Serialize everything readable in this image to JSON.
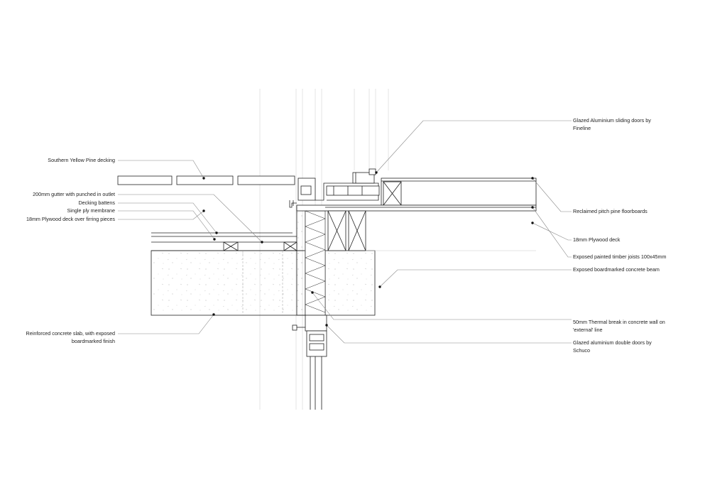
{
  "labels": {
    "southern_yellow_pine_decking": "Southern Yellow Pine decking",
    "gutter": "200mm gutter with punched in outlet",
    "decking_battens": "Decking battens",
    "single_ply_membrane": "Single ply membrane",
    "plywood_over_firring": "18mm Plywood deck over firring pieces",
    "reinforced_slab_line1": "Reinforced concrete slab, with exposed",
    "reinforced_slab_line2": "boardmarked finish",
    "sliding_doors_line1": "Glazed Aluminium sliding doors by",
    "sliding_doors_line2": "Fineline",
    "reclaimed_floorboards": "Reclaimed pitch pine floorboards",
    "plywood_deck": "18mm Plywood deck",
    "timber_joists": "Exposed painted timber joists 100x45mm",
    "concrete_beam": "Exposed boardmarked concrete beam",
    "thermal_break_line1": "50mm Thermal break in concrete wall on",
    "thermal_break_line2": "'external' line",
    "double_doors_line1": "Glazed aluminium double doors by",
    "double_doors_line2": "Schuco"
  },
  "colors": {
    "line": "#222222",
    "light_line": "#9a9a9a",
    "background": "#ffffff"
  }
}
